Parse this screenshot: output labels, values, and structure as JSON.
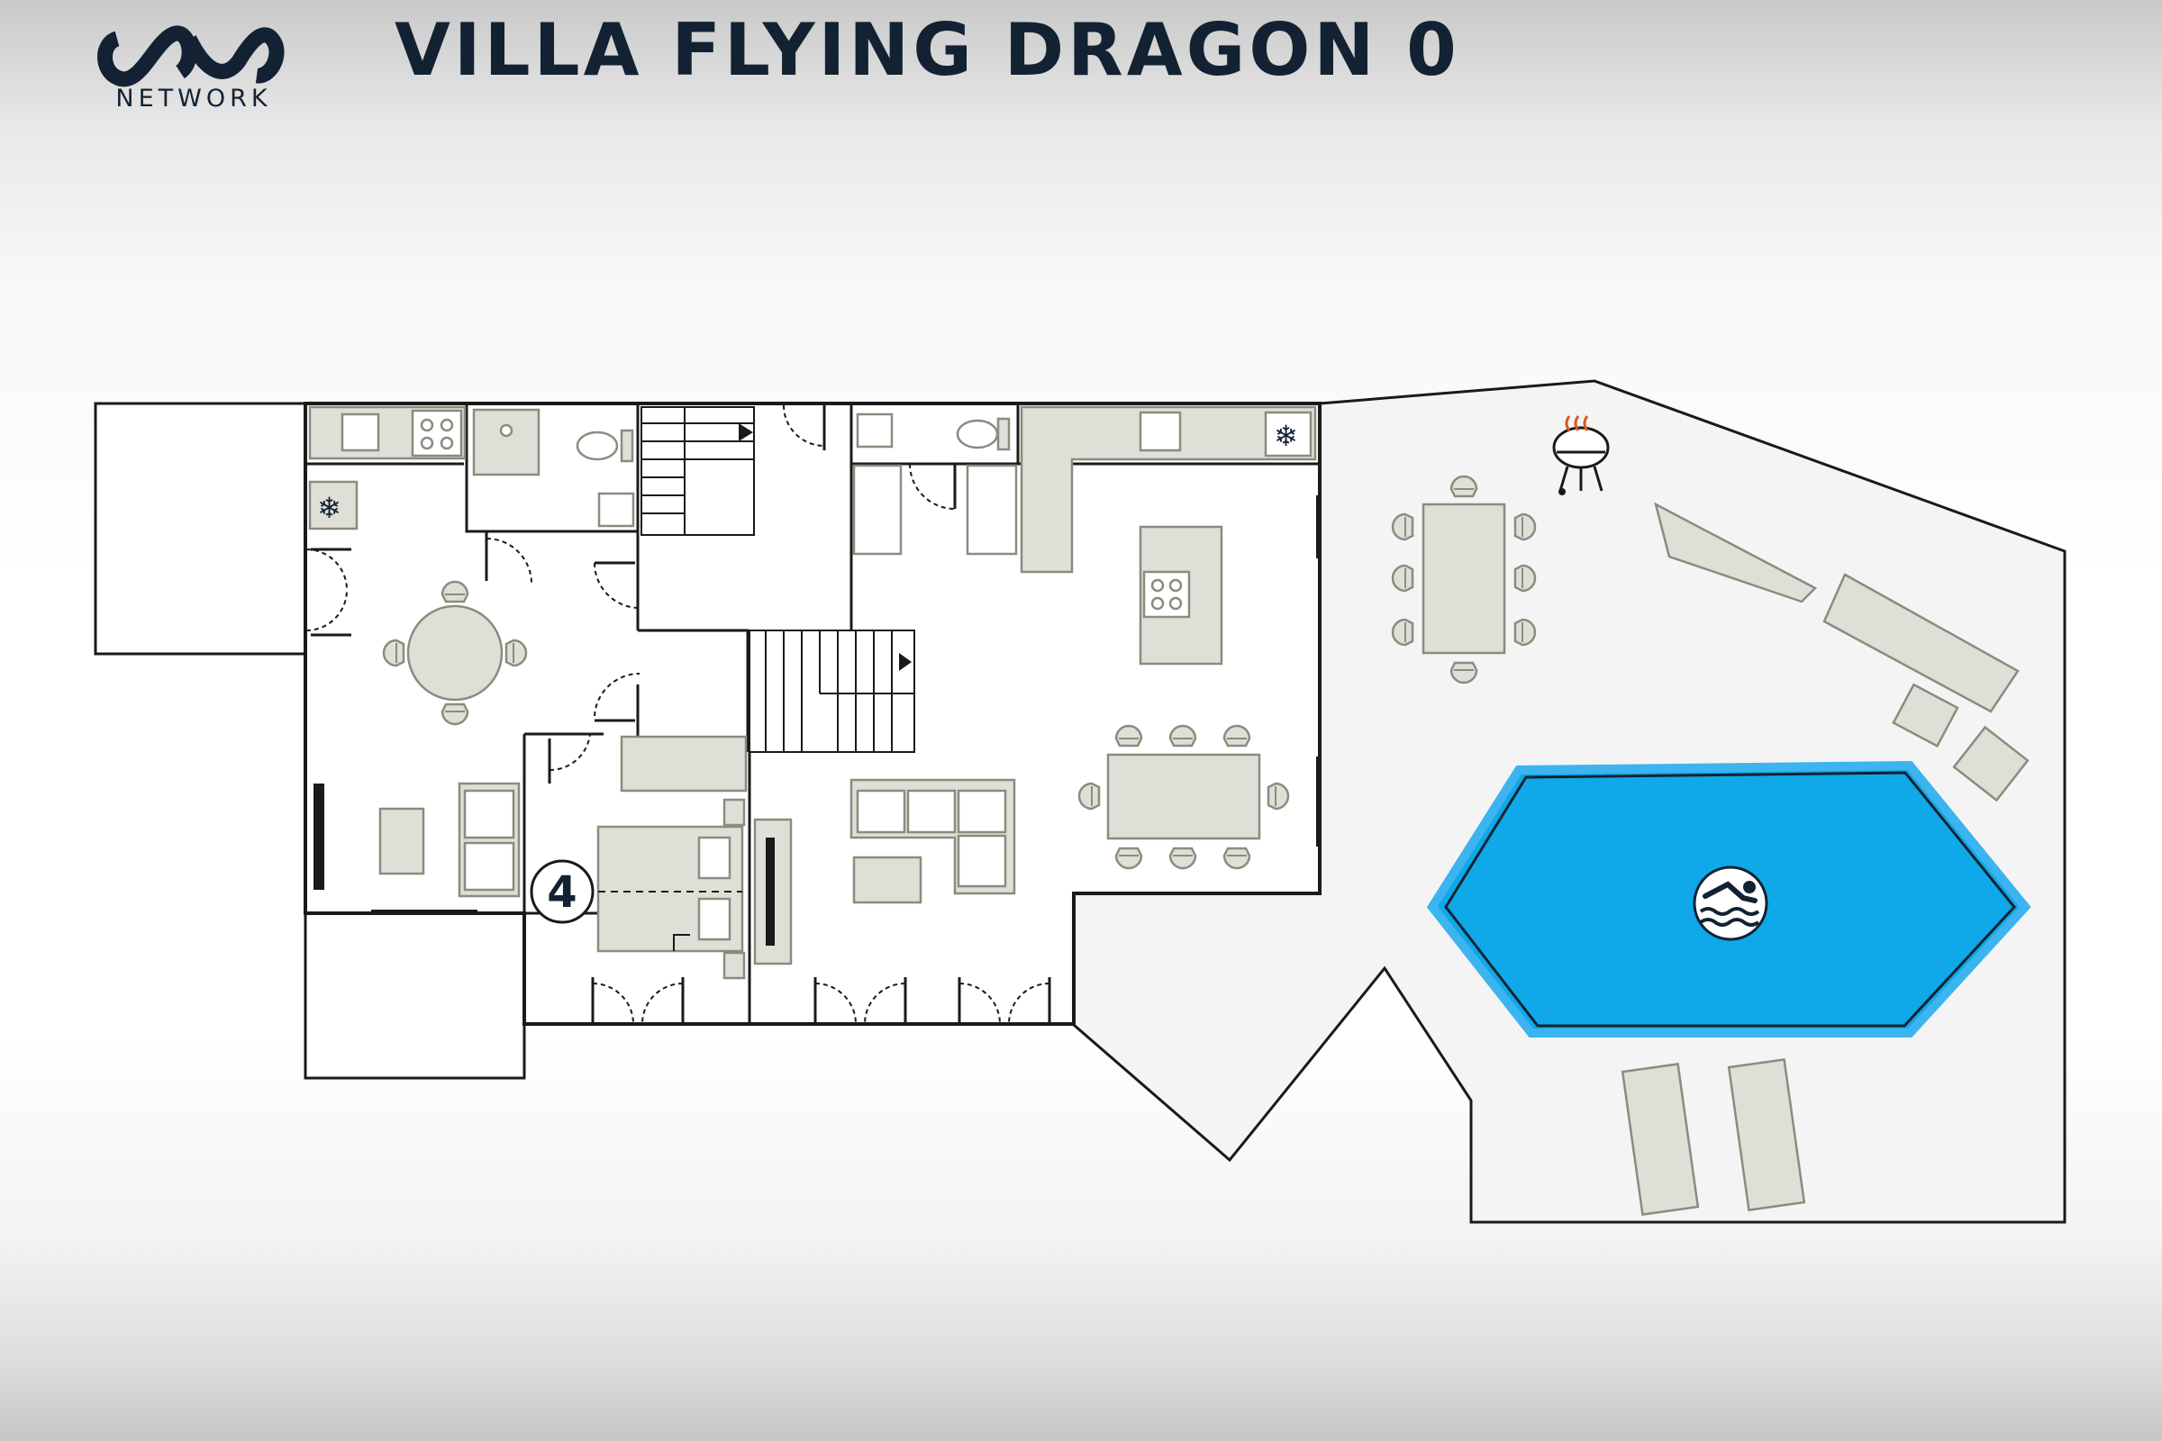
{
  "header": {
    "logo_text": "NETWORK",
    "title": "VILLA FLYING DRAGON 0"
  },
  "plan": {
    "bedroom_number": "4",
    "icons": [
      "fridge-icon",
      "fridge-icon",
      "bbq-grill-icon",
      "swimmer-icon",
      "stove-icon",
      "sink-icon",
      "toilet-icon"
    ]
  },
  "colors": {
    "ink": "#132232",
    "furniture_fill": "#dfdfd7",
    "furniture_stroke": "#8b8b7f",
    "pool_fill": "#0fa8e8",
    "pool_border": "#3cb4f0",
    "terrace": "#f4f4f4",
    "wall": "#1a1a1a"
  }
}
